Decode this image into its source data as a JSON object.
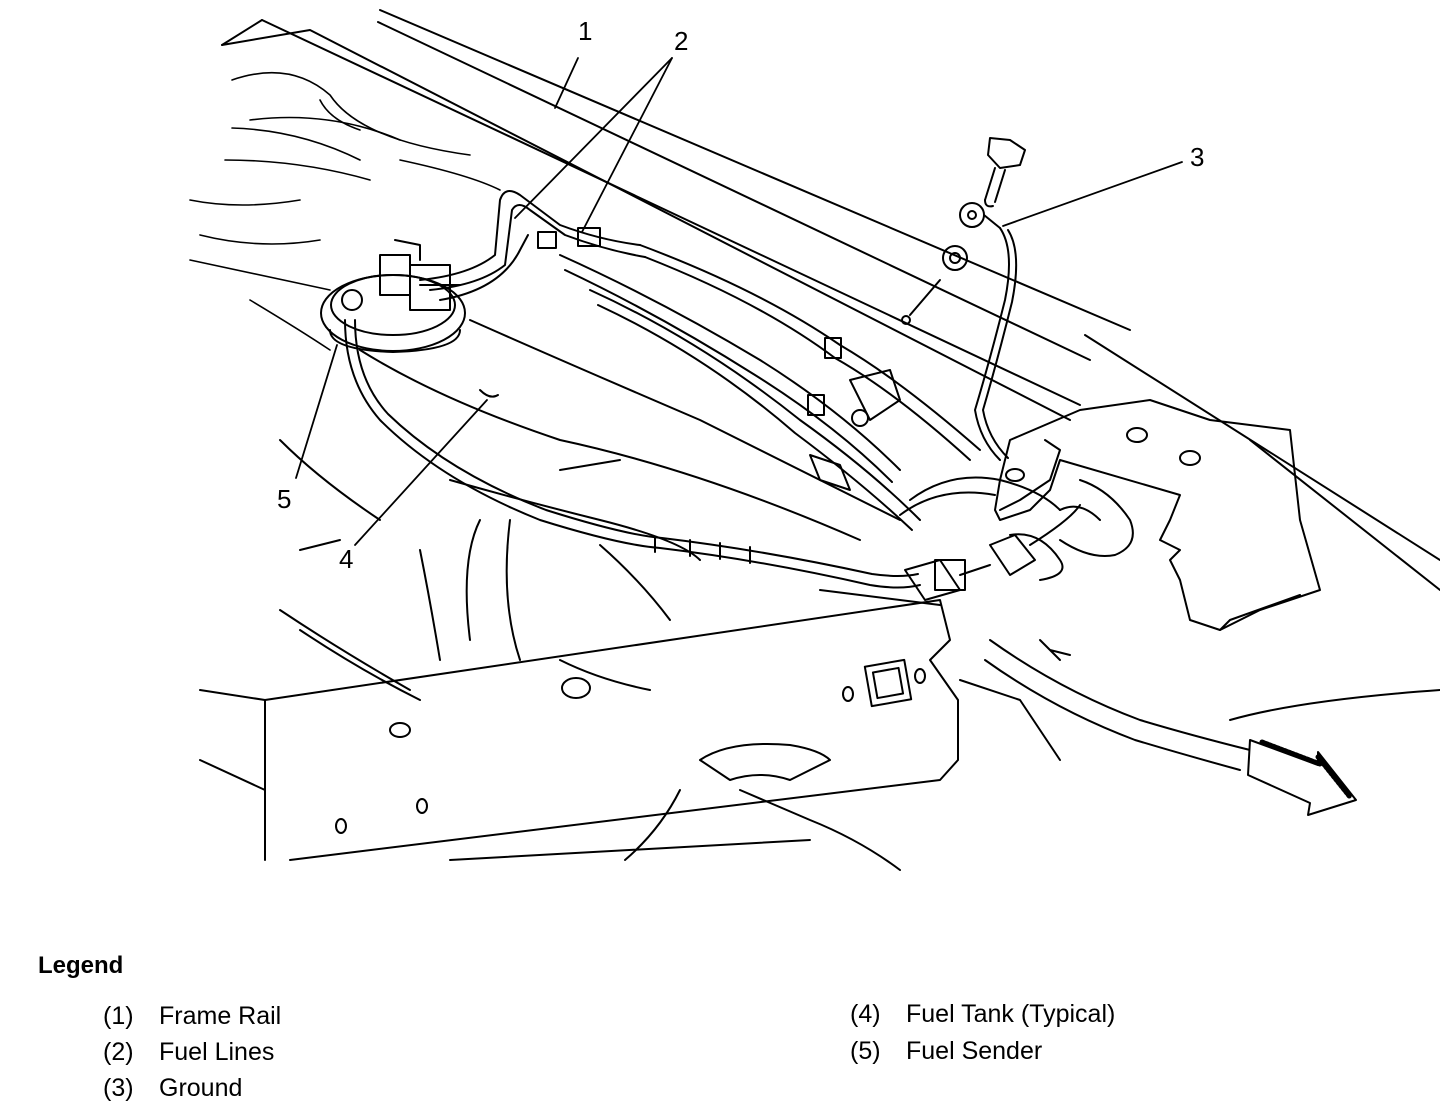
{
  "callouts": [
    "1",
    "2",
    "3",
    "4",
    "5"
  ],
  "legend": {
    "title": "Legend",
    "items": [
      {
        "num": "(1)",
        "label": "Frame Rail"
      },
      {
        "num": "(2)",
        "label": "Fuel Lines"
      },
      {
        "num": "(3)",
        "label": "Ground"
      },
      {
        "num": "(4)",
        "label": "Fuel Tank (Typical)"
      },
      {
        "num": "(5)",
        "label": "Fuel Sender"
      }
    ]
  }
}
